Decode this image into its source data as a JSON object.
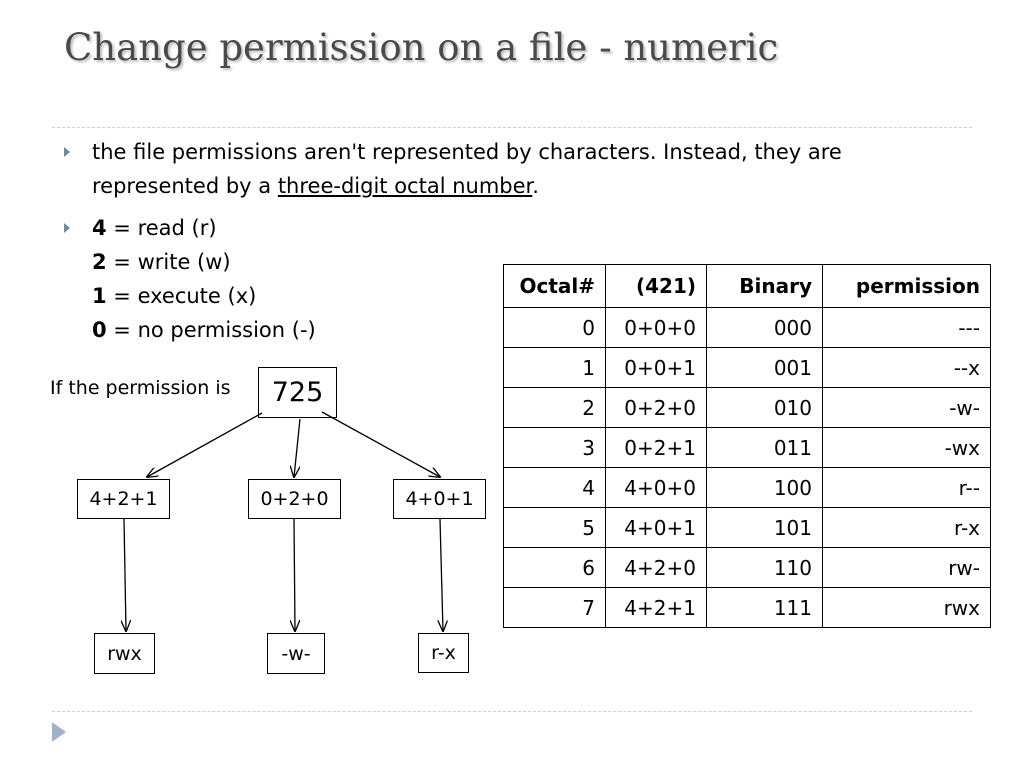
{
  "title": "Change permission on a file - numeric",
  "bullet1": {
    "line1": "the file permissions aren't represented by characters. Instead, they are",
    "line2_before": "represented by a ",
    "line2_link": "three-digit octal number",
    "line2_after": "."
  },
  "bullet2": [
    {
      "digit": "4",
      "meaning": " = read (r)"
    },
    {
      "digit": "2",
      "meaning": " = write (w)"
    },
    {
      "digit": "1",
      "meaning": " = execute (x)"
    },
    {
      "digit": "0",
      "meaning": " = no permission (-)"
    }
  ],
  "diagram": {
    "label": "If the permission is",
    "value": "725",
    "sums": [
      "4+2+1",
      "0+2+0",
      "4+0+1"
    ],
    "results": [
      "rwx",
      "-w-",
      "r-x"
    ]
  },
  "table": {
    "headers": [
      "Octal#",
      "(421)",
      "Binary",
      "permission"
    ],
    "rows": [
      [
        "0",
        "0+0+0",
        "000",
        "---"
      ],
      [
        "1",
        "0+0+1",
        "001",
        "--x"
      ],
      [
        "2",
        "0+2+0",
        "010",
        "-w-"
      ],
      [
        "3",
        "0+2+1",
        "011",
        "-wx"
      ],
      [
        "4",
        "4+0+0",
        "100",
        "r--"
      ],
      [
        "5",
        "4+0+1",
        "101",
        "r-x"
      ],
      [
        "6",
        "4+2+0",
        "110",
        "rw-"
      ],
      [
        "7",
        "4+2+1",
        "111",
        "rwx"
      ]
    ]
  },
  "colors": {
    "bullet": "#6a8aa8",
    "title": "#4a4a4a",
    "divider": "#c8d0d8"
  }
}
